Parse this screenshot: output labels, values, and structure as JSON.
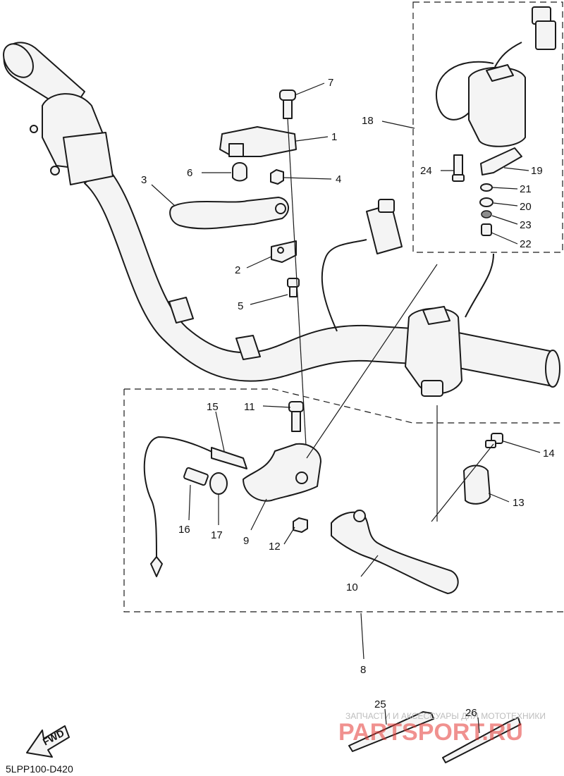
{
  "diagram": {
    "callouts": {
      "p1": "1",
      "p2": "2",
      "p3": "3",
      "p4": "4",
      "p5": "5",
      "p6": "6",
      "p7": "7",
      "p8": "8",
      "p9": "9",
      "p10": "10",
      "p11": "11",
      "p12": "12",
      "p13": "13",
      "p14": "14",
      "p15": "15",
      "p16": "16",
      "p17": "17",
      "p18": "18",
      "p19": "19",
      "p20": "20",
      "p21": "21",
      "p22": "22",
      "p23": "23",
      "p24": "24",
      "p25": "25",
      "p26": "26"
    },
    "fwd_label": "FWD",
    "diagram_code": "5LPP100-D420",
    "watermark": {
      "caption": "ЗАПЧАСТИ И АКСЕССУАРЫ ДЛЯ МОТОТЕХНИКИ",
      "brand": "PARTSPORT.RU"
    }
  }
}
